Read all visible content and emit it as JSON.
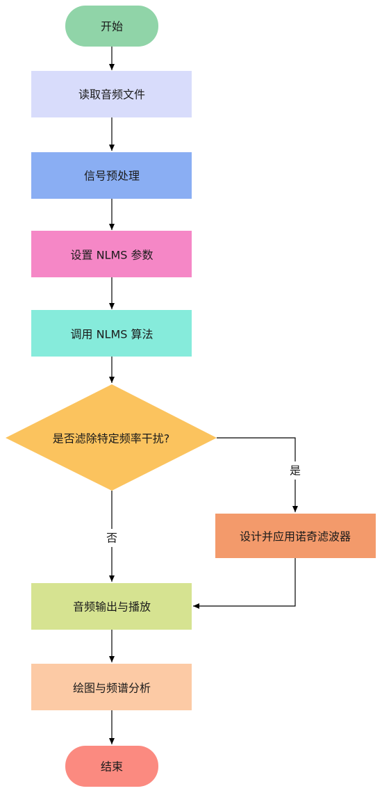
{
  "nodes": {
    "start": {
      "label": "开始",
      "shape": "terminal",
      "color": "#90d4a8"
    },
    "read": {
      "label": "读取音频文件",
      "shape": "process",
      "color": "#d8dcfb"
    },
    "preproc": {
      "label": "信号预处理",
      "shape": "process",
      "color": "#8aaef3"
    },
    "params": {
      "label": "设置 NLMS 参数",
      "shape": "process",
      "color": "#f587c6"
    },
    "algo": {
      "label": "调用 NLMS 算法",
      "shape": "process",
      "color": "#86ebdb"
    },
    "decision": {
      "label": "是否滤除特定频率干扰?",
      "shape": "decision",
      "color": "#fbc35e"
    },
    "notch": {
      "label": "设计并应用诺奇滤波器",
      "shape": "process",
      "color": "#f39a6b"
    },
    "output": {
      "label": "音频输出与播放",
      "shape": "process",
      "color": "#d6e391"
    },
    "plot": {
      "label": "绘图与频谱分析",
      "shape": "process",
      "color": "#fccaa5"
    },
    "end": {
      "label": "结束",
      "shape": "terminal",
      "color": "#fb8a80"
    }
  },
  "edges": {
    "yes_label": "是",
    "no_label": "否"
  },
  "colors": {
    "line": "#000000"
  }
}
